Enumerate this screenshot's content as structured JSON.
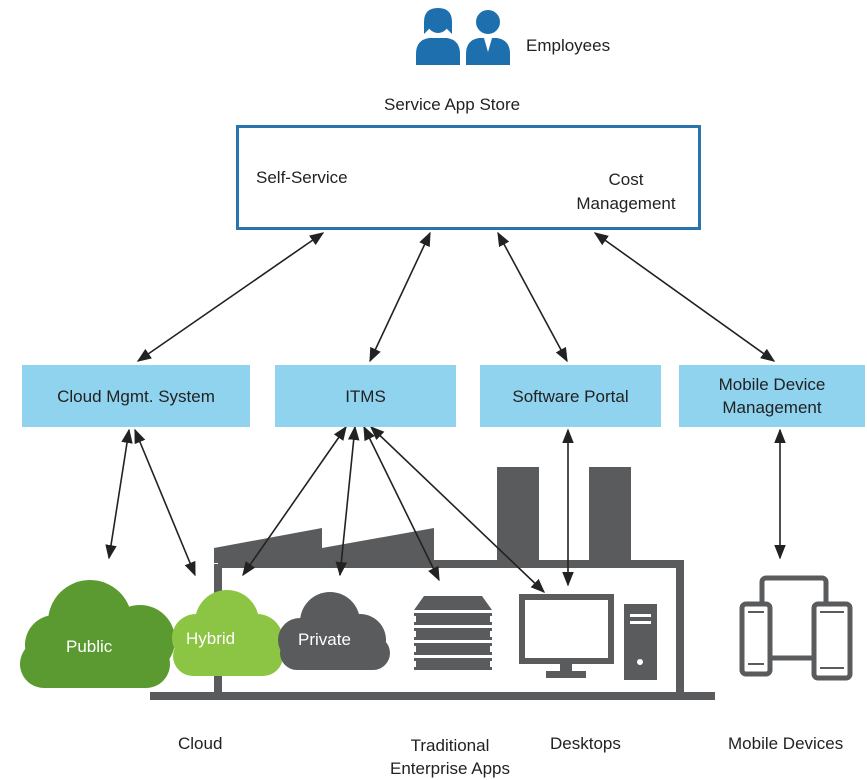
{
  "header": {
    "employees_label": "Employees",
    "store_title": "Service App Store"
  },
  "store": {
    "self_service_label": "Self-Service",
    "cost_label_line1": "Cost",
    "cost_label_line2": "Management"
  },
  "systems": {
    "cloud_mgmt": "Cloud Mgmt. System",
    "itms": "ITMS",
    "software_portal": "Software Portal",
    "mdm_line1": "Mobile Device",
    "mdm_line2": "Management"
  },
  "clouds": {
    "public": "Public",
    "hybrid": "Hybrid",
    "private": "Private"
  },
  "footer": {
    "cloud": "Cloud",
    "traditional_line1": "Traditional",
    "traditional_line2": "Enterprise Apps",
    "desktops": "Desktops",
    "mobile_devices": "Mobile Devices"
  },
  "icons": [
    "employee-female-icon",
    "employee-male-icon",
    "shopping-cart-icon",
    "money-bag-icon",
    "server-rack-icon",
    "desktop-monitor-icon",
    "pc-tower-icon",
    "mobile-devices-icon",
    "factory-icon"
  ],
  "colors": {
    "box_fill": "#8fd3ef",
    "store_border": "#2a74ad",
    "people": "#1d6fae",
    "public_cloud": "#5b9a31",
    "hybrid_cloud": "#8cc443",
    "gray_icons": "#5a5b5d"
  }
}
